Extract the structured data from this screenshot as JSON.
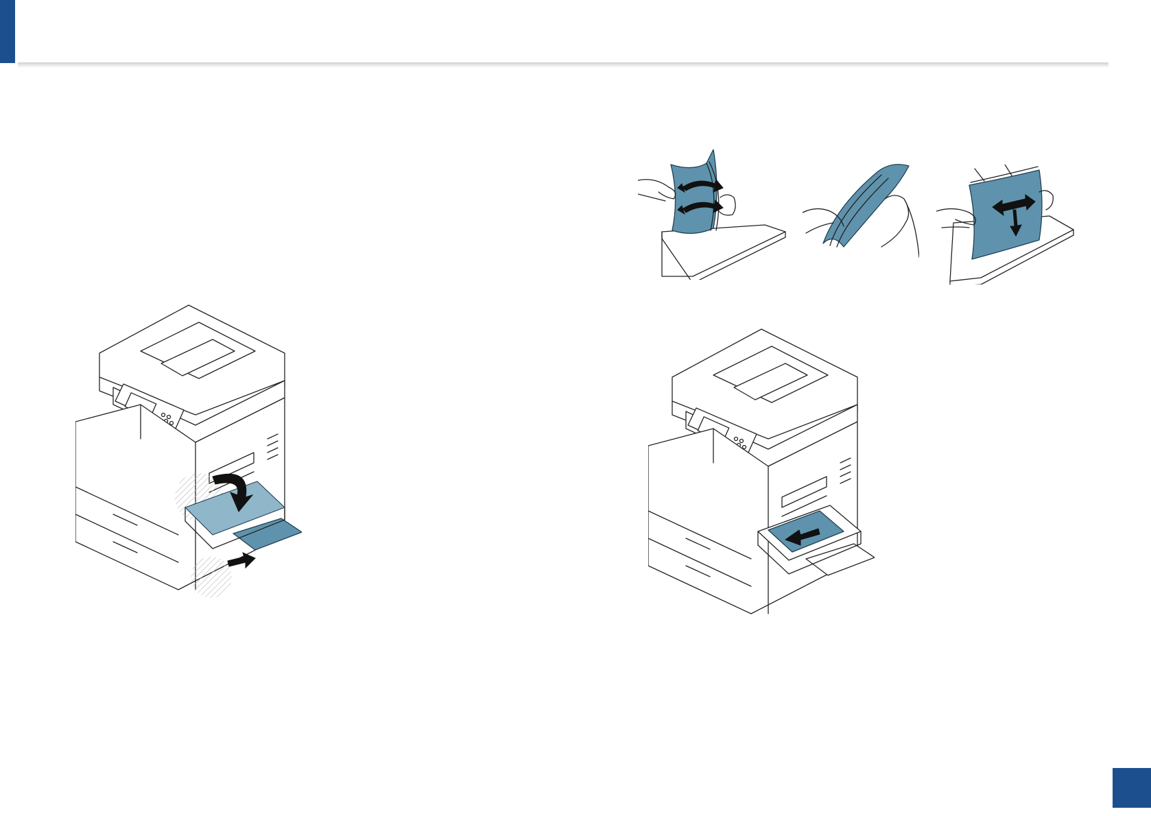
{
  "colors": {
    "accent": "#1c4f8e",
    "paper_blue": "#5f93ad",
    "line": "#222222"
  },
  "illustrations": {
    "fan_paper": "fan-paper-illustration",
    "flex_paper": "flex-paper-illustration",
    "align_paper": "align-paper-stack-illustration",
    "open_tray": "open-multipurpose-tray-illustration",
    "load_paper": "load-paper-multipurpose-tray-illustration"
  }
}
